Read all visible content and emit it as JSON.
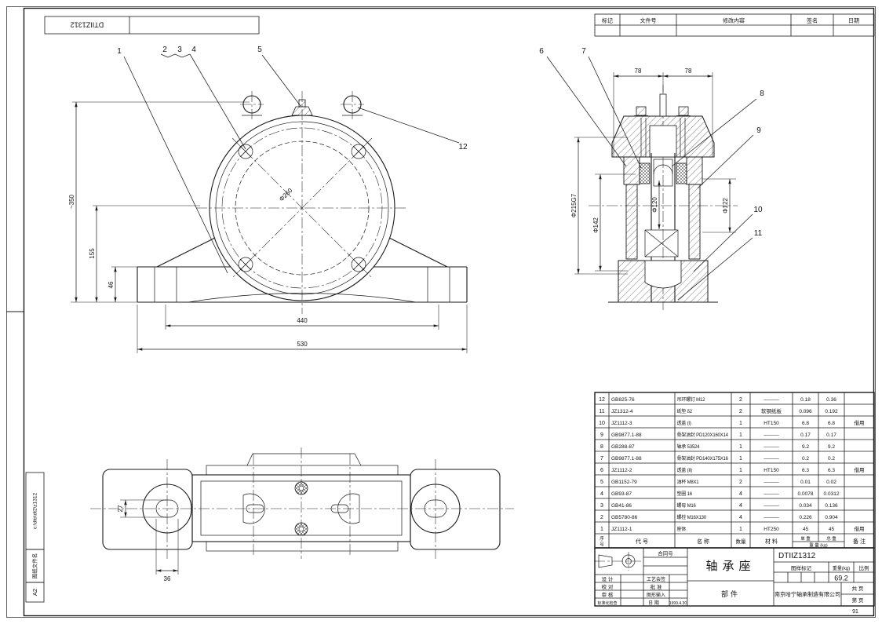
{
  "drawing_no": "DTIIZ1312",
  "corner_box": {
    "code": "DTIIZ1312"
  },
  "revision_table": {
    "headers": [
      "标记",
      "文件号",
      "修改内容",
      "签名",
      "日期"
    ]
  },
  "margin_strip": {
    "file_path": "c:\\dto\\dt2\\z1312",
    "file_label": "图纸文件名",
    "paper_size": "A2"
  },
  "front_view": {
    "leaders": {
      "l1": "1",
      "l2": "2",
      "l3": "3",
      "l4": "4",
      "l5": "5",
      "l12": "12"
    },
    "dims": {
      "overall_height": "~350",
      "center_height": "155",
      "base_thickness": "46",
      "bolt_spacing": "440",
      "base_length": "530",
      "bolt_circle": "Φ260"
    }
  },
  "section_view": {
    "leaders": {
      "l6": "6",
      "l7": "7",
      "l8": "8",
      "l9": "9",
      "l10": "10",
      "l11": "11"
    },
    "dims": {
      "cap_left": "78",
      "cap_right": "78",
      "housing_bore": "Φ215G7",
      "seal_bore_left": "Φ142",
      "shaft_dia": "Φ120",
      "seal_bore_right": "Φ122"
    }
  },
  "bottom_view": {
    "dims": {
      "slot_width": "27",
      "slot_length": "36"
    }
  },
  "bom": {
    "headers": {
      "no1": "序",
      "no2": "号",
      "code": "代  号",
      "name": "名  称",
      "qty": "数量",
      "material": "材  料",
      "unit": "单 重",
      "total": "总 重",
      "weight": "重 量 (kg)",
      "remark": "备  注"
    },
    "rows": [
      {
        "no": "12",
        "code": "GB825-76",
        "name": "吊环螺钉  M12",
        "qty": "2",
        "mat": "———",
        "unit": "0.18",
        "total": "0.36",
        "rem": ""
      },
      {
        "no": "11",
        "code": "JZ1312-4",
        "name": "纸垫  δ2",
        "qty": "2",
        "mat": "软钢纸板",
        "unit": "0.096",
        "total": "0.192",
        "rem": ""
      },
      {
        "no": "10",
        "code": "JZ1112-3",
        "name": "透盖 (I)",
        "qty": "1",
        "mat": "HT150",
        "unit": "6.8",
        "total": "6.8",
        "rem": "借用"
      },
      {
        "no": "9",
        "code": "GB9877.1-88",
        "name": "骨架油封 PD120X160X14",
        "qty": "1",
        "mat": "———",
        "unit": "0.17",
        "total": "0.17",
        "rem": ""
      },
      {
        "no": "8",
        "code": "GB288-87",
        "name": "轴承 53524",
        "qty": "1",
        "mat": "———",
        "unit": "9.2",
        "total": "9.2",
        "rem": ""
      },
      {
        "no": "7",
        "code": "GB9877.1-88",
        "name": "骨架油封 PD140X175X16",
        "qty": "1",
        "mat": "———",
        "unit": "0.2",
        "total": "0.2",
        "rem": ""
      },
      {
        "no": "6",
        "code": "JZ1112-2",
        "name": "透盖 (II)",
        "qty": "1",
        "mat": "HT150",
        "unit": "6.3",
        "total": "6.3",
        "rem": "借用"
      },
      {
        "no": "5",
        "code": "GB1152-79",
        "name": "油杯 M8X1",
        "qty": "2",
        "mat": "———",
        "unit": "0.01",
        "total": "0.02",
        "rem": ""
      },
      {
        "no": "4",
        "code": "GB93-87",
        "name": "垫圈 16",
        "qty": "4",
        "mat": "———",
        "unit": "0.0078",
        "total": "0.0312",
        "rem": ""
      },
      {
        "no": "3",
        "code": "GB41-86",
        "name": "螺母 M16",
        "qty": "4",
        "mat": "———",
        "unit": "0.034",
        "total": "0.136",
        "rem": ""
      },
      {
        "no": "2",
        "code": "GB5780-86",
        "name": "螺栓 M16X130",
        "qty": "4",
        "mat": "———",
        "unit": "0.226",
        "total": "0.904",
        "rem": ""
      },
      {
        "no": "1",
        "code": "JZ1112-1",
        "name": "座体",
        "qty": "1",
        "mat": "HT250",
        "unit": "45",
        "total": "45",
        "rem": "借用"
      }
    ]
  },
  "title_block": {
    "contract_label": "合同号",
    "rows": {
      "design": "设 计",
      "craft": "工艺会签",
      "check": "校 对",
      "approve": "批 准",
      "audit": "审 核",
      "input": "图形输入",
      "standard": "标准化检查",
      "date_label": "日 期",
      "date_value": "1999.4.30"
    },
    "part_name": "轴承座",
    "part_kind": "部件",
    "drawing_no": "DTIIZ1312",
    "mark_label": "图样标记",
    "weight_label": "重量(kg)",
    "scale_label": "比例",
    "weight_value": "69.2",
    "company": "南京哈宁轴承制造有限公司",
    "pages_total": "共  页",
    "pages_no": "第  页"
  },
  "page_note": "91"
}
